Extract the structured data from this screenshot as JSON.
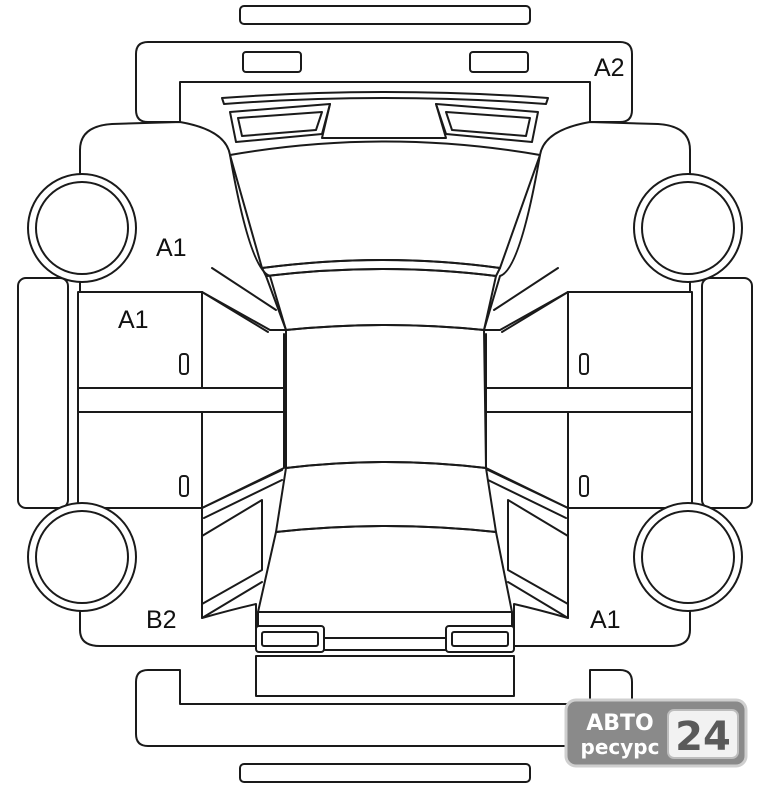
{
  "diagram": {
    "damage_marks": [
      {
        "id": "a2-front-bumper",
        "text": "A2"
      },
      {
        "id": "a1-left-fender",
        "text": "A1"
      },
      {
        "id": "a1-left-front-door",
        "text": "A1"
      },
      {
        "id": "b2-left-rear-quarter",
        "text": "B2"
      },
      {
        "id": "a1-right-rear-quarter",
        "text": "A1"
      }
    ],
    "door_handle_glyph": "0"
  },
  "watermark": {
    "line1": "АВТО",
    "line2": "ресурс",
    "number": "24",
    "colors": {
      "plate": "#8a8a8a",
      "digits_bg": "#f2f2f2",
      "border": "#cfcfcf"
    }
  }
}
